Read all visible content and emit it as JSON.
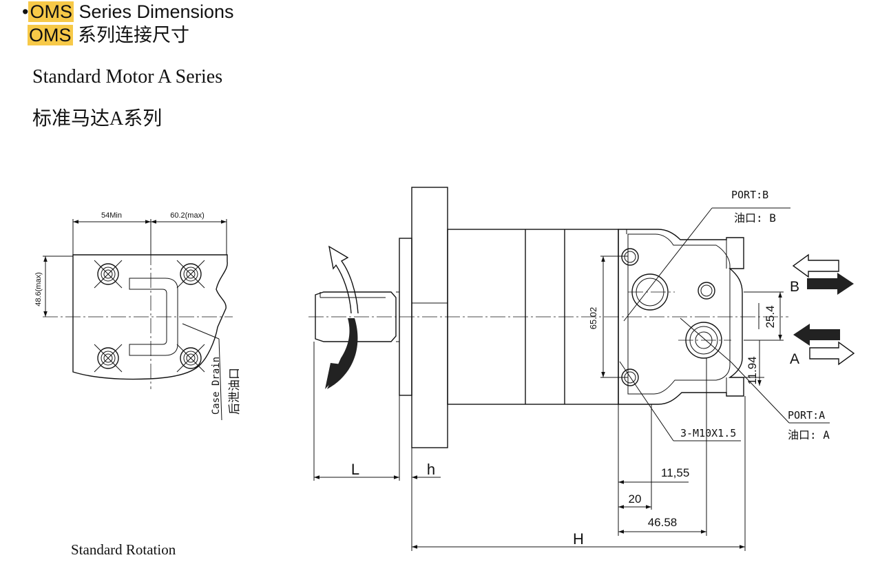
{
  "header": {
    "bullet": "•",
    "series_code": "OMS",
    "title_suffix": " Series Dimensions",
    "cn_code": "OMS",
    "cn_suffix": " 系列连接尺寸"
  },
  "subtitle": {
    "en": "Standard Motor A Series",
    "cn": "标准马达A系列"
  },
  "caption": "Standard Rotation",
  "left_view": {
    "dim_54": "54Min",
    "dim_602": "60.2(max)",
    "dim_486": "48.6(max)",
    "case_drain_en": "Case Drain",
    "case_drain_cn": "后泄油口"
  },
  "side_view": {
    "port_b": "PORT:B",
    "port_b_cn": "油口: B",
    "port_a": "PORT:A",
    "port_a_cn": "油口: A",
    "label_b": "B",
    "label_a": "A",
    "dim_6502": "65.02",
    "dim_254": "25.4",
    "dim_1194": "11.94",
    "thread": "3-M10X1.5",
    "dim_1155": "11,55",
    "dim_20": "20",
    "dim_4658": "46.58",
    "dim_L": "L",
    "dim_h": "h",
    "dim_H": "H"
  },
  "colors": {
    "highlight": "#f7c948",
    "ink": "#111111",
    "arrow_dark": "#222222"
  }
}
